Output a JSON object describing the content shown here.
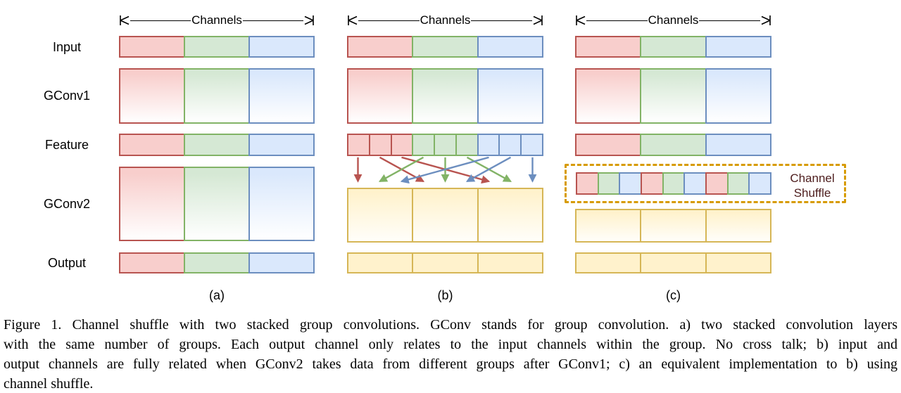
{
  "colors": {
    "red": {
      "fill": "#f8cecc",
      "stroke": "#b85450"
    },
    "green": {
      "fill": "#d5e8d4",
      "stroke": "#82b366"
    },
    "blue": {
      "fill": "#dae8fc",
      "stroke": "#6c8ebf"
    },
    "yellow": {
      "fill": "#fff2cc",
      "stroke": "#d6b656"
    },
    "shuffle_box_stroke": "#d79b00",
    "shuffle_label_text": "#4d1d1d",
    "text": "#000000"
  },
  "figure": {
    "channels_label": "Channels",
    "row_labels": [
      "Input",
      "GConv1",
      "Feature",
      "GConv2",
      "Output"
    ],
    "panel_captions": [
      "(a)",
      "(b)",
      "(c)"
    ],
    "feature_split_cells": [
      "red",
      "red",
      "red",
      "green",
      "green",
      "green",
      "blue",
      "blue",
      "blue"
    ],
    "shuffle_cells": [
      "red",
      "green",
      "blue",
      "red",
      "green",
      "blue",
      "red",
      "green",
      "blue"
    ],
    "shuffle_label_lines": [
      "Channel",
      "Shuffle"
    ],
    "arrows": [
      {
        "src": 0,
        "dst": 0,
        "color": "red"
      },
      {
        "src": 1,
        "dst": 3,
        "color": "red"
      },
      {
        "src": 2,
        "dst": 6,
        "color": "red"
      },
      {
        "src": 3,
        "dst": 1,
        "color": "green"
      },
      {
        "src": 4,
        "dst": 4,
        "color": "green"
      },
      {
        "src": 5,
        "dst": 7,
        "color": "green"
      },
      {
        "src": 6,
        "dst": 2,
        "color": "blue"
      },
      {
        "src": 7,
        "dst": 5,
        "color": "blue"
      },
      {
        "src": 8,
        "dst": 8,
        "color": "blue"
      }
    ]
  },
  "caption": {
    "lines": [
      "Figure 1. Channel shuffle with two stacked group convolutions. GConv stands for group convolution. a) two stacked convolution layers",
      "with the same number of groups. Each output channel only relates to the input channels within the group. No cross talk; b) input and",
      "output channels are fully related when GConv2 takes data from different groups after GConv1; c) an equivalent implementation to b) using",
      "channel shuffle."
    ]
  }
}
